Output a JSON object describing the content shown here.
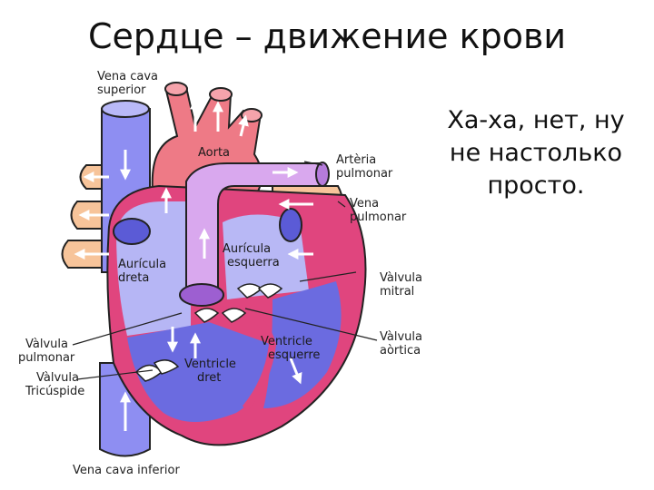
{
  "title": "Сердце – движение крови",
  "note": [
    "Ха-ха, нет, ну",
    "не настолько",
    "просто."
  ],
  "labels": {
    "vena_cava_superior": [
      "Vena cava",
      "superior"
    ],
    "aorta": "Aorta",
    "arteria_pulmonar": [
      "Artèria",
      "pulmonar"
    ],
    "vena_pulmonar": [
      "Vena",
      "pulmonar"
    ],
    "auricula_esquerra": [
      "Aurícula",
      "esquerra"
    ],
    "auricula_dreta": [
      "Aurícula",
      "dreta"
    ],
    "valvula_mitral": [
      "Vàlvula",
      "mitral"
    ],
    "valvula_aortica": [
      "Vàlvula",
      "aòrtica"
    ],
    "ventricle_esquerre": [
      "Ventricle",
      "esquerre"
    ],
    "ventricle_dret": [
      "Ventricle",
      "dret"
    ],
    "valvula_pulmonar": [
      "Vàlvula",
      "pulmonar"
    ],
    "valvula_tricuspide": [
      "Vàlvula",
      "Tricúspide"
    ],
    "vena_cava_inferior": "Vena cava inferior"
  },
  "colors": {
    "deoxygenated": "#8e8ef2",
    "deoxygenated_dark": "#5b5bd6",
    "oxygenated": "#ee7a86",
    "pulmonary_artery": "#d9a8ee",
    "pulmonary_vein": "#f7c49a",
    "septum": "#e0457e"
  }
}
